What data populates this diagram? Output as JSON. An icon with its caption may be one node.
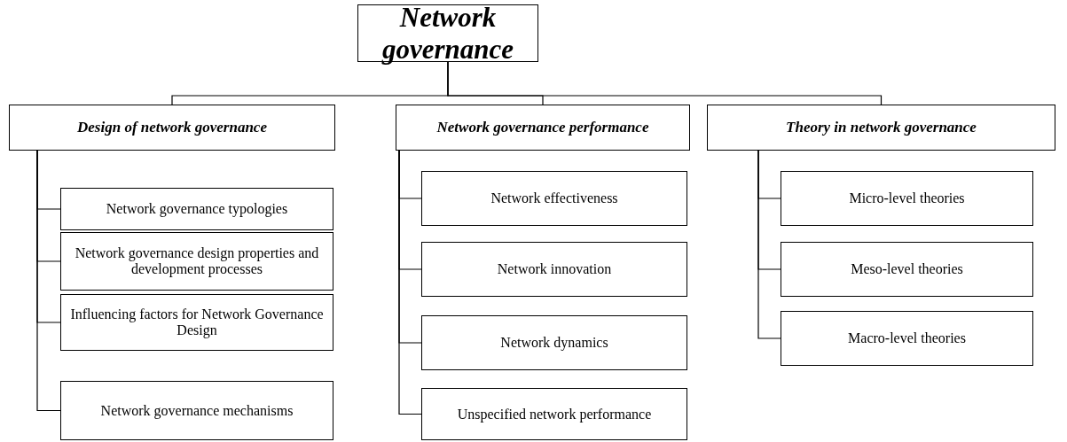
{
  "diagram": {
    "nodes": [
      {
        "text": [
          "Network governance"
        ]
      },
      {
        "text": [
          "Design of network governance"
        ]
      },
      {
        "text": [
          "Network governance performance"
        ]
      },
      {
        "text": [
          "Theory in network governance"
        ]
      },
      {
        "text": [
          "Network governance typologies"
        ]
      },
      {
        "text": [
          "Network governance design properties and development processes"
        ]
      },
      {
        "text": [
          "Influencing factors for Network Governance Design"
        ]
      },
      {
        "text": [
          "Network governance mechanisms"
        ]
      },
      {
        "text": [
          "Network effectiveness"
        ]
      },
      {
        "text": [
          "Network innovation"
        ]
      },
      {
        "text": [
          "Network dynamics"
        ]
      },
      {
        "text": [
          "Unspecified network performance"
        ]
      },
      {
        "text": [
          "Micro-level theories"
        ]
      },
      {
        "text": [
          "Meso-level theories"
        ]
      },
      {
        "text": [
          "Macro-level theories"
        ]
      }
    ],
    "edges": [
      {
        "from": 0,
        "to": 1,
        "arrow": "none"
      },
      {
        "from": 0,
        "to": 2,
        "arrow": "none"
      },
      {
        "from": 0,
        "to": 3,
        "arrow": "none"
      },
      {
        "from": 1,
        "to": 4,
        "arrow": "none"
      },
      {
        "from": 1,
        "to": 5,
        "arrow": "none"
      },
      {
        "from": 1,
        "to": 6,
        "arrow": "none"
      },
      {
        "from": 1,
        "to": 7,
        "arrow": "none"
      },
      {
        "from": 2,
        "to": 8,
        "arrow": "none"
      },
      {
        "from": 2,
        "to": 9,
        "arrow": "none"
      },
      {
        "from": 2,
        "to": 10,
        "arrow": "none"
      },
      {
        "from": 2,
        "to": 11,
        "arrow": "none"
      },
      {
        "from": 3,
        "to": 12,
        "arrow": "none"
      },
      {
        "from": 3,
        "to": 13,
        "arrow": "none"
      },
      {
        "from": 3,
        "to": 14,
        "arrow": "none"
      }
    ]
  }
}
